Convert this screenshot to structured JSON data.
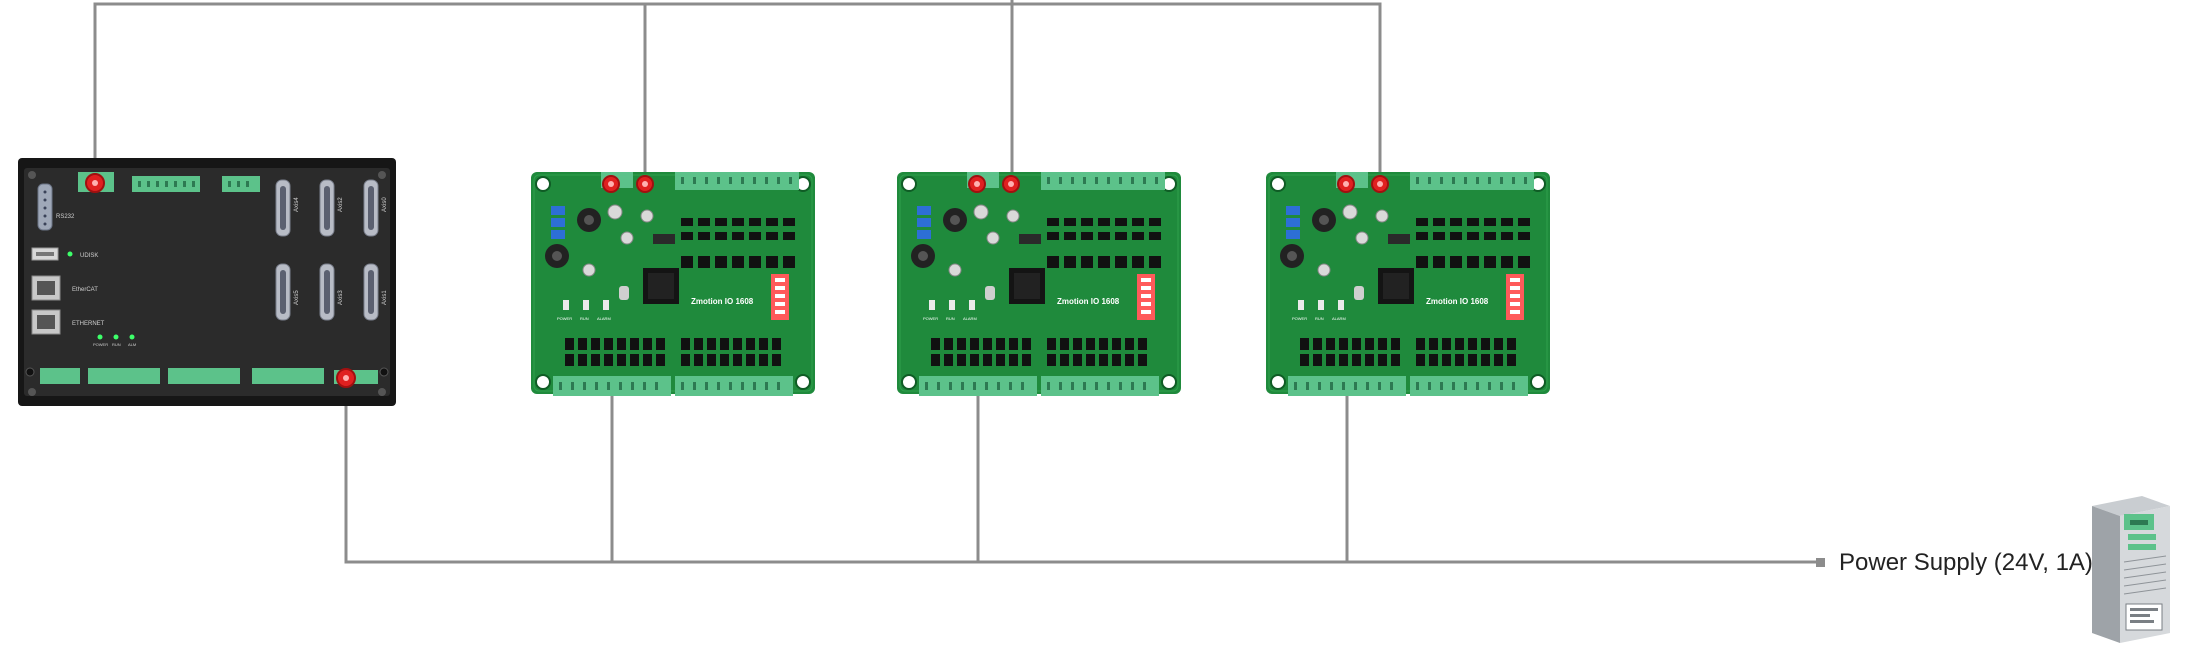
{
  "controller": {
    "labels": {
      "rs232": "RS232",
      "udisk": "UDISK",
      "ethercat": "EtherCAT",
      "ethernet": "ETHERNET",
      "axis4": "Axis4",
      "axis2": "Axis2",
      "axis0": "Axis0",
      "axis5": "Axis5",
      "axis3": "Axis3",
      "axis1": "Axis1",
      "led_power": "POWER",
      "led_run": "RUN",
      "led_alm": "ALM"
    }
  },
  "io_boards": [
    {
      "title": "Zmotion IO 1608",
      "status_labels": [
        "POWER",
        "RUN",
        "ALARM"
      ]
    },
    {
      "title": "Zmotion IO 1608",
      "status_labels": [
        "POWER",
        "RUN",
        "ALARM"
      ]
    },
    {
      "title": "Zmotion IO 1608",
      "status_labels": [
        "POWER",
        "RUN",
        "ALARM"
      ]
    }
  ],
  "power_supply": {
    "label": "Power Supply (24V, 1A)"
  },
  "colors": {
    "wire": "#8c8c8c",
    "controller_body": "#2b2b2b",
    "pcb_green": "#1f8a3c",
    "terminal_green": "#5cc28a",
    "connector_red": "#e02020",
    "dip_red": "#ff5a5a"
  }
}
